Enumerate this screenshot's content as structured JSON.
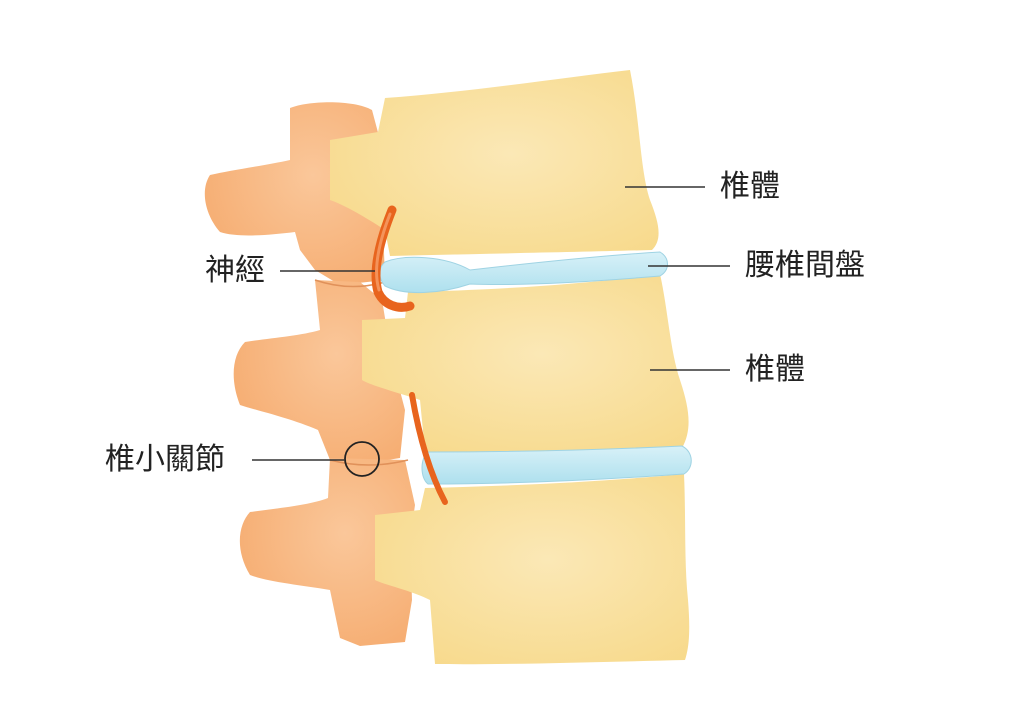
{
  "labels": {
    "vertebral_body_top": "椎體",
    "disc": "腰椎間盤",
    "vertebral_body_bottom": "椎體",
    "nerve": "神經",
    "facet_joint": "椎小關節"
  },
  "colors": {
    "vertebral_body": "#f7d98a",
    "vertebral_body_light": "#fbe8b6",
    "posterior_element": "#f5a86a",
    "posterior_element_light": "#fac79a",
    "disc": "#aee0ee",
    "disc_light": "#d8f1f8",
    "nerve": "#e8641e",
    "leader_line": "#333333"
  }
}
